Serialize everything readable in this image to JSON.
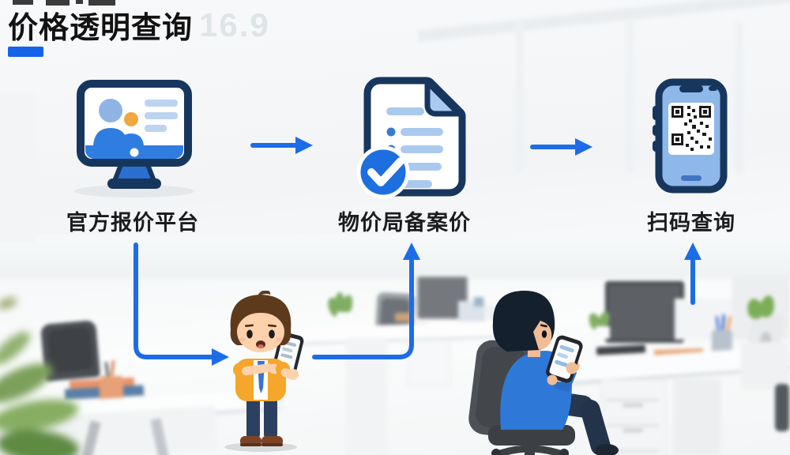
{
  "header": {
    "title": "价格透明查询",
    "watermark": "16.9"
  },
  "flow": {
    "steps": [
      {
        "label": "官方报价平台",
        "icon": "monitor-quote-icon"
      },
      {
        "label": "物价局备案价",
        "icon": "document-check-icon"
      },
      {
        "label": "扫码查询",
        "icon": "phone-qr-icon"
      }
    ],
    "arrows": [
      {
        "name": "arrow-step1-step2",
        "direction": "right"
      },
      {
        "name": "arrow-step2-step3",
        "direction": "right"
      },
      {
        "name": "connector-step1-to-child",
        "direction": "down-right"
      },
      {
        "name": "connector-child-to-step2",
        "direction": "right-up"
      },
      {
        "name": "arrow-seated-to-step3",
        "direction": "up"
      }
    ]
  },
  "scene": {
    "characters": [
      {
        "name": "standing-child-with-phone"
      },
      {
        "name": "seated-person-with-phone"
      }
    ],
    "background": "blurred office with desks, monitors, chairs and plants"
  },
  "colors": {
    "accent_blue": "#1c6ce8",
    "icon_navy": "#17365e",
    "icon_blue": "#2f7de1",
    "icon_light_blue": "#aac9ef",
    "title_text": "#121212",
    "label_text": "#1c1c1c"
  }
}
